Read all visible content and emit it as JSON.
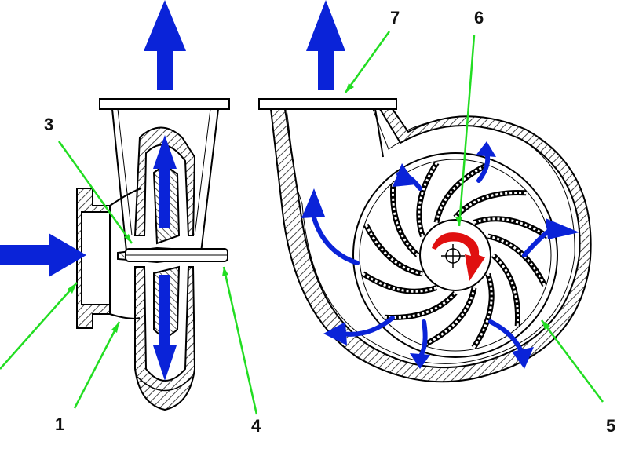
{
  "labels": {
    "n1": "1",
    "n3": "3",
    "n4": "4",
    "n5": "5",
    "n6": "6",
    "n7": "7"
  },
  "colors": {
    "flow_arrow": "#0a23d8",
    "rotation_arrow": "#e01010",
    "leader_line": "#22dd22",
    "outline": "#000000",
    "hatch": "#444444"
  },
  "icons": {
    "inlet": "blue-arrow-right",
    "outlet": "blue-arrow-up",
    "rotation": "red-curved-arrow",
    "center": "crosshair"
  }
}
